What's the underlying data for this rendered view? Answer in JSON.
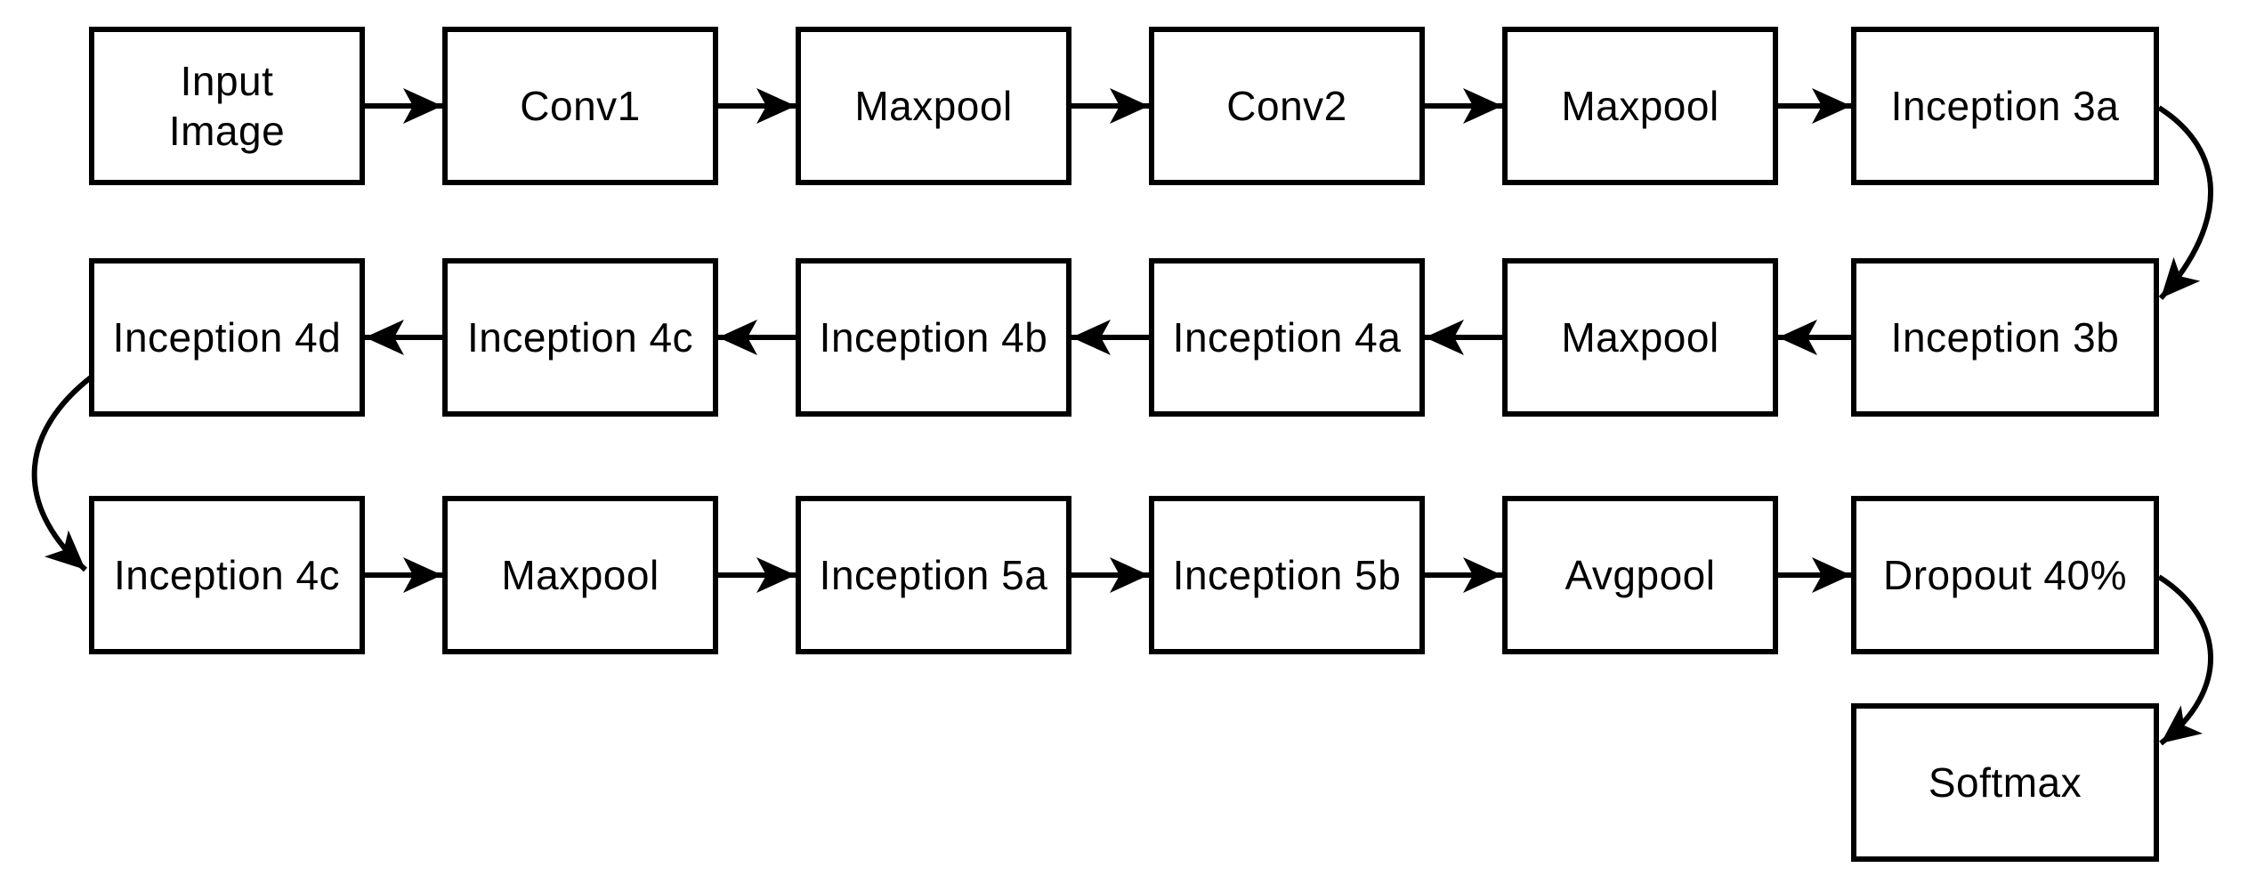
{
  "diagram": {
    "title": "GoogLeNet-style CNN architecture flowchart",
    "background_color": "#ffffff",
    "box_fill_color": "#ffffff",
    "box_border_color": "#000000",
    "arrow_color": "#000000",
    "text_color": "#000000",
    "nodes": [
      {
        "id": "input-image",
        "label": "Input\nImage",
        "col": 0,
        "row": 0
      },
      {
        "id": "conv1",
        "label": "Conv1",
        "col": 1,
        "row": 0
      },
      {
        "id": "maxpool-1",
        "label": "Maxpool",
        "col": 2,
        "row": 0
      },
      {
        "id": "conv2",
        "label": "Conv2",
        "col": 3,
        "row": 0
      },
      {
        "id": "maxpool-2",
        "label": "Maxpool",
        "col": 4,
        "row": 0
      },
      {
        "id": "inception-3a",
        "label": "Inception 3a",
        "col": 5,
        "row": 0
      },
      {
        "id": "inception-3b",
        "label": "Inception 3b",
        "col": 5,
        "row": 1
      },
      {
        "id": "maxpool-3",
        "label": "Maxpool",
        "col": 4,
        "row": 1
      },
      {
        "id": "inception-4a",
        "label": "Inception 4a",
        "col": 3,
        "row": 1
      },
      {
        "id": "inception-4b",
        "label": "Inception 4b",
        "col": 2,
        "row": 1
      },
      {
        "id": "inception-4c",
        "label": "Inception 4c",
        "col": 1,
        "row": 1
      },
      {
        "id": "inception-4d",
        "label": "Inception 4d",
        "col": 0,
        "row": 1
      },
      {
        "id": "inception-4c-2",
        "label": "Inception 4c",
        "col": 0,
        "row": 2
      },
      {
        "id": "maxpool-4",
        "label": "Maxpool",
        "col": 1,
        "row": 2
      },
      {
        "id": "inception-5a",
        "label": "Inception 5a",
        "col": 2,
        "row": 2
      },
      {
        "id": "inception-5b",
        "label": "Inception 5b",
        "col": 3,
        "row": 2
      },
      {
        "id": "avgpool",
        "label": "Avgpool",
        "col": 4,
        "row": 2
      },
      {
        "id": "dropout",
        "label": "Dropout 40%",
        "col": 5,
        "row": 2
      },
      {
        "id": "softmax",
        "label": "Softmax",
        "col": 5,
        "row": 3
      }
    ],
    "edges": [
      {
        "from": "input-image",
        "to": "conv1",
        "type": "right"
      },
      {
        "from": "conv1",
        "to": "maxpool-1",
        "type": "right"
      },
      {
        "from": "maxpool-1",
        "to": "conv2",
        "type": "right"
      },
      {
        "from": "conv2",
        "to": "maxpool-2",
        "type": "right"
      },
      {
        "from": "maxpool-2",
        "to": "inception-3a",
        "type": "right"
      },
      {
        "from": "inception-3a",
        "to": "inception-3b",
        "type": "curve-right-down"
      },
      {
        "from": "inception-3b",
        "to": "maxpool-3",
        "type": "left"
      },
      {
        "from": "maxpool-3",
        "to": "inception-4a",
        "type": "left"
      },
      {
        "from": "inception-4a",
        "to": "inception-4b",
        "type": "left"
      },
      {
        "from": "inception-4b",
        "to": "inception-4c",
        "type": "left"
      },
      {
        "from": "inception-4c",
        "to": "inception-4d",
        "type": "left"
      },
      {
        "from": "inception-4d",
        "to": "inception-4c-2",
        "type": "curve-left-down"
      },
      {
        "from": "inception-4c-2",
        "to": "maxpool-4",
        "type": "right"
      },
      {
        "from": "maxpool-4",
        "to": "inception-5a",
        "type": "right"
      },
      {
        "from": "inception-5a",
        "to": "inception-5b",
        "type": "right"
      },
      {
        "from": "inception-5b",
        "to": "avgpool",
        "type": "right"
      },
      {
        "from": "avgpool",
        "to": "dropout",
        "type": "right"
      },
      {
        "from": "dropout",
        "to": "softmax",
        "type": "curve-right-down"
      }
    ]
  }
}
